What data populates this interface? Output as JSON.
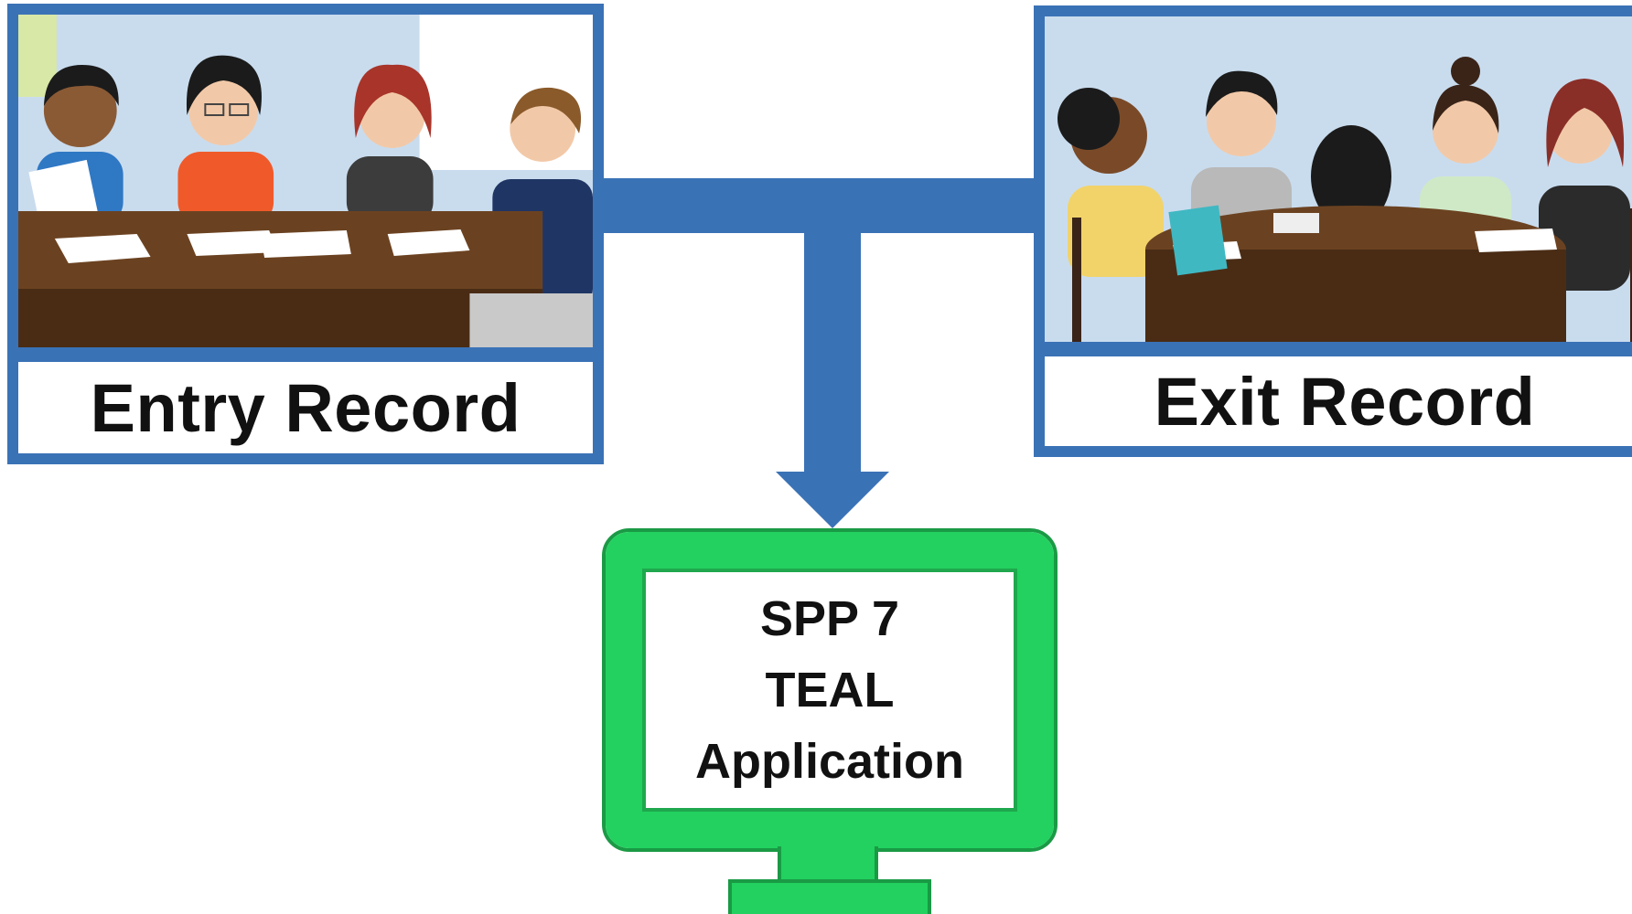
{
  "entry_record": {
    "label": "Entry Record"
  },
  "exit_record": {
    "label": "Exit Record"
  },
  "teal_monitor": {
    "line1": "SPP 7",
    "line2": "TEAL",
    "line3": "Application"
  },
  "colors": {
    "frame_blue": "#3a72b6",
    "monitor_green": "#22d15f",
    "wall_blue": "#c9dcee",
    "table_brown": "#6b4221"
  },
  "icons": {
    "entry_scene": "meeting-at-table-illustration",
    "exit_scene": "meeting-round-table-illustration",
    "connector": "merge-arrow-down-icon",
    "monitor": "computer-monitor-icon"
  }
}
